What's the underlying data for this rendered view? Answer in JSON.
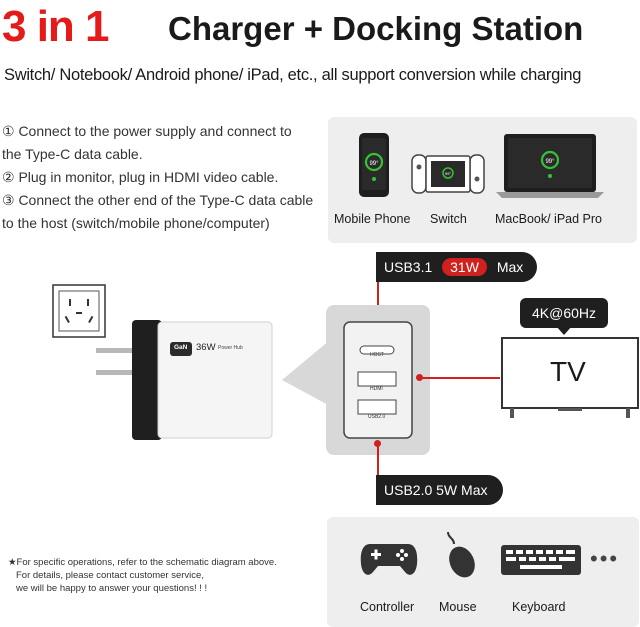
{
  "header": {
    "highlight": "3 in 1",
    "title": "Charger + Docking Station",
    "subtitle": "Switch/ Notebook/ Android phone/ iPad, etc., all support conversion while charging"
  },
  "steps": [
    "① Connect to the power supply and connect to",
    "the Type-C data cable.",
    "② Plug in monitor, plug in HDMI video cable.",
    "③ Connect the other end of the Type-C data cable",
    "to the host (switch/mobile phone/computer)"
  ],
  "devices": [
    {
      "label": "Mobile Phone",
      "icon": "phone-icon"
    },
    {
      "label": "Switch",
      "icon": "game-console-icon"
    },
    {
      "label": "MacBook/ iPad Pro",
      "icon": "laptop-icon"
    }
  ],
  "device_screen_text": {
    "phone": "99°",
    "switch": "99°",
    "laptop": "99°"
  },
  "charger": {
    "brand": "GaN",
    "watts": "36W",
    "model": "Power Hub"
  },
  "ports": {
    "usb31_label": "USB3.1",
    "usb31_watts": "31W",
    "usb31_suffix": "Max",
    "usb20_label": "USB2.0 5W Max",
    "hdmi_resolution": "4K@60Hz",
    "tv_label": "TV"
  },
  "hub_port_labels": [
    "HOST",
    "HDMI",
    "USB2.0"
  ],
  "peripherals": [
    {
      "label": "Controller",
      "icon": "gamepad-icon"
    },
    {
      "label": "Mouse",
      "icon": "mouse-icon"
    },
    {
      "label": "Keyboard",
      "icon": "keyboard-icon"
    }
  ],
  "note": {
    "line1": "★For specific operations, refer to the schematic diagram above.",
    "line2": "For details, please contact customer service,",
    "line3": "we will be happy to answer your questions! ! !"
  },
  "colors": {
    "accent": "#d0211e",
    "dark": "#1f1f1f",
    "panel": "#eeeeee",
    "charge": "#37c234"
  }
}
